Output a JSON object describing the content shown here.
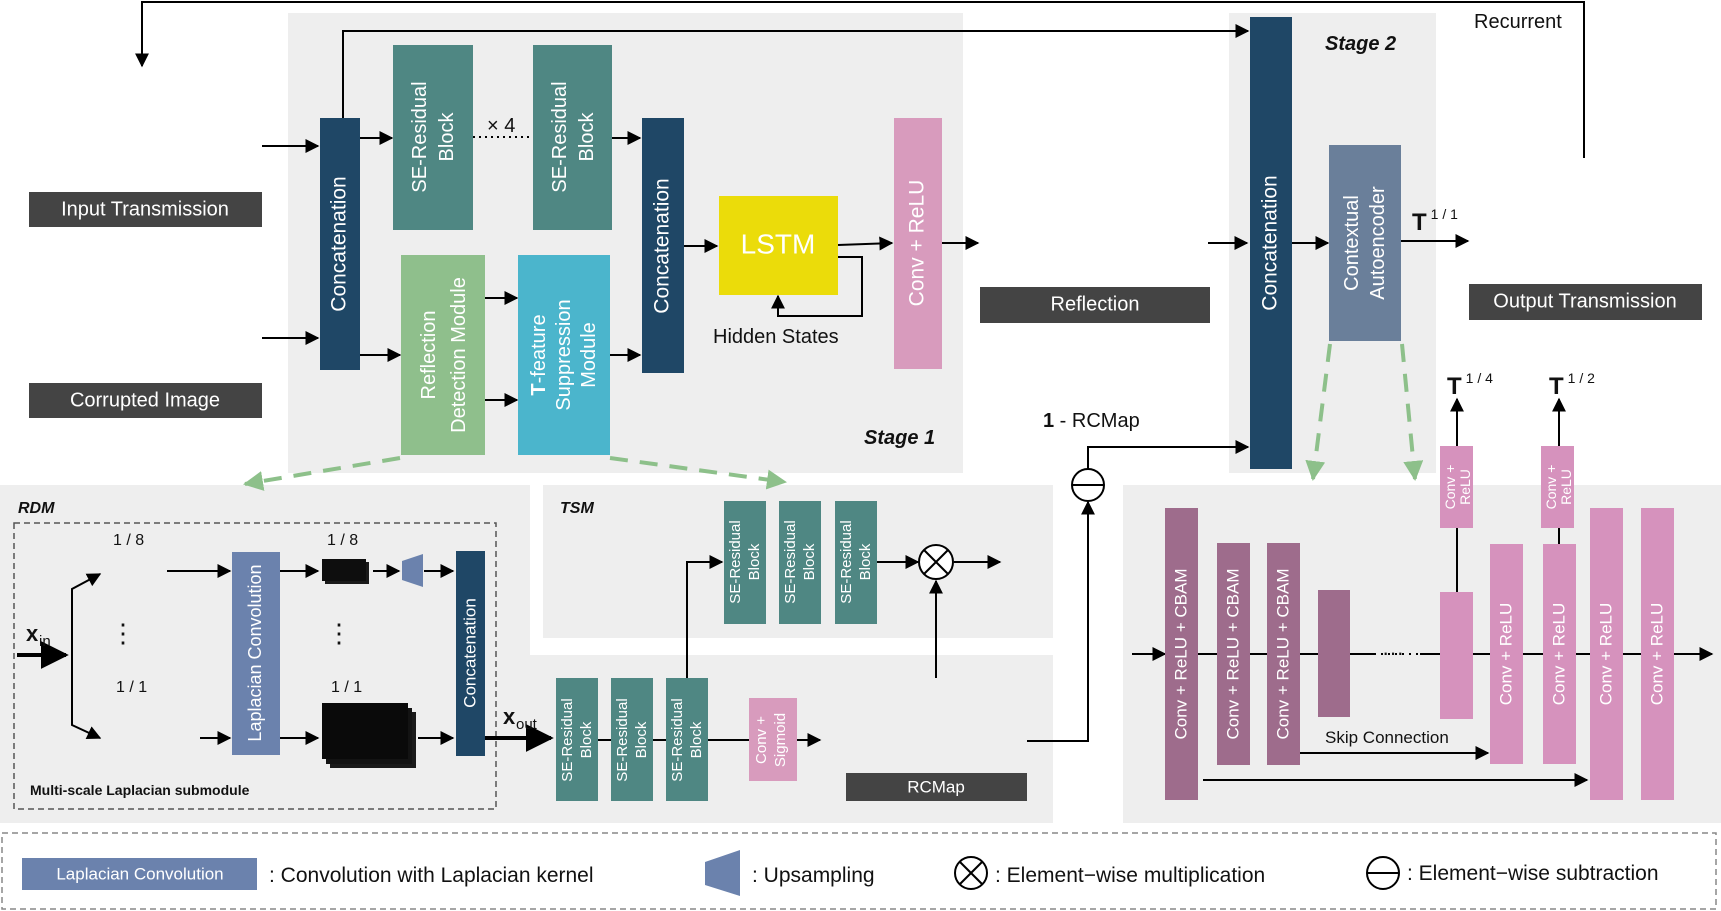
{
  "colors": {
    "panel": "#eeeeee",
    "navy": "#1f4766",
    "teal": "#4f8783",
    "green": "#8fbf8c",
    "cyan": "#4bb5cc",
    "yellow": "#ebdc0a",
    "pink_light": "#d89bbd",
    "pink_med": "#d692bd",
    "mauve": "#9e6c8c",
    "slate": "#6a7f9a",
    "dark_label": "#444444",
    "lap_blue": "#6b82ad",
    "dash_green": "#8dc08a"
  },
  "labels": {
    "recurrent": "Recurrent",
    "stage1": "Stage 1",
    "stage2": "Stage 2",
    "input_transmission": "Input Transmission",
    "corrupted_image": "Corrupted Image",
    "reflection": "Reflection",
    "output_transmission": "Output Transmission",
    "one_rcmap_bold": "1",
    "one_rcmap_rest": " - RCMap",
    "rcmap": "RCMap",
    "hidden_states": "Hidden States",
    "times4": "× 4",
    "lstm": "LSTM",
    "rdm": "RDM",
    "tsm": "TSM",
    "msl_sub": "Multi-scale Laplacian submodule",
    "skip_connection": "Skip Connection",
    "frac_1_8": "1 / 8",
    "frac_1_1": "1 / 1",
    "x": "x",
    "in": "in",
    "out": "out",
    "T": "T",
    "t_11": "1 / 1",
    "t_14": "1 / 4",
    "t_12": "1 / 2",
    "vdots": "⋮",
    "hdots": "···"
  },
  "blocks": {
    "concatenation": "Concatenation",
    "se_residual_1": "SE-Residual",
    "se_residual_2": "Block",
    "conv_relu": "Conv + ReLU",
    "rdm_1": "Reflection",
    "rdm_2": "Detection Module",
    "tsm_1_bold": "T",
    "tsm_1_rest": "-feature",
    "tsm_2": "Suppression",
    "tsm_3": "Module",
    "ctx_1": "Contextual",
    "ctx_2": "Autoencoder",
    "laplacian_conv": "Laplacian Convolution",
    "conv_sigmoid_1": "Conv +",
    "conv_sigmoid_2": "Sigmoid",
    "conv_relu_cbam": "Conv + ReLU + CBAM",
    "conv_plus": "Conv +",
    "relu": "ReLU"
  },
  "legend": {
    "laplacian_box": "Laplacian Convolution",
    "laplacian_desc": ": Convolution with Laplacian kernel",
    "upsampling_desc": ": Upsampling",
    "multiplication_desc": ": Element−wise multiplication",
    "subtraction_desc": ": Element−wise subtraction"
  }
}
